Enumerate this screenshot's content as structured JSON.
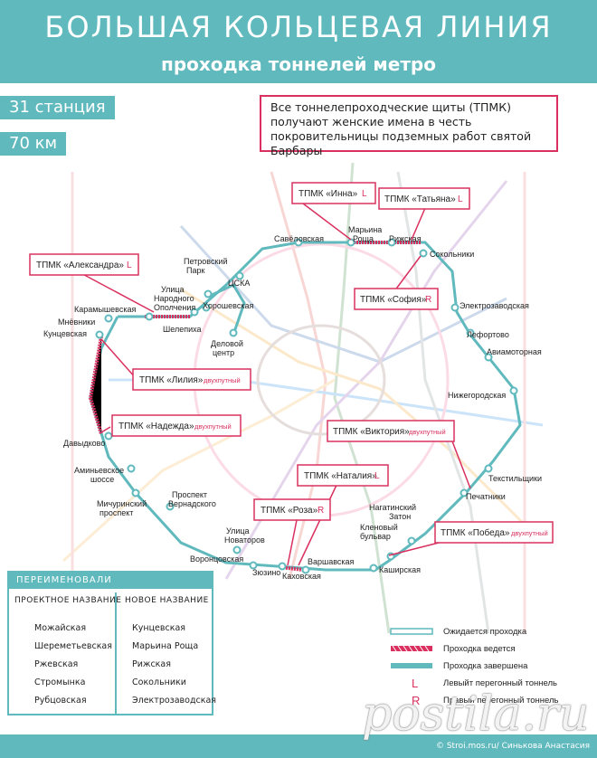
{
  "header": {
    "title": "БОЛЬШАЯ КОЛЬЦЕВАЯ ЛИНИЯ",
    "subtitle": "проходка тоннелей метро"
  },
  "badges": [
    "31 станция",
    "70 км"
  ],
  "note": "Все тоннелепроходческие щиты (ТПМК) получают женские имена в честь покровительницы подземных работ святой Барбары",
  "colors": {
    "accent": "#5fb9bd",
    "highlight": "#d9305f"
  },
  "stations": [
    {
      "label": "Савёловская"
    },
    {
      "label": "Марьина"
    },
    {
      "label": "Роща"
    },
    {
      "label": "Рижская"
    },
    {
      "label": "Сокольники"
    },
    {
      "label": "Электрозаводская"
    },
    {
      "label": "Лефортово"
    },
    {
      "label": "Авиамоторная"
    },
    {
      "label": "Нижегородская"
    },
    {
      "label": "Текстильщики"
    },
    {
      "label": "Печатники"
    },
    {
      "label": "Нагатинский"
    },
    {
      "label": "Затон"
    },
    {
      "label": "Кленовый"
    },
    {
      "label": "бульвар"
    },
    {
      "label": "Каширская"
    },
    {
      "label": "Варшавская"
    },
    {
      "label": "Каховская"
    },
    {
      "label": "Зюзино"
    },
    {
      "label": "Воронцовская"
    },
    {
      "label": "Улица"
    },
    {
      "label": "Новаторов"
    },
    {
      "label": "Проспект"
    },
    {
      "label": "Вернадского"
    },
    {
      "label": "Мичуринский"
    },
    {
      "label": "проспект"
    },
    {
      "label": "Аминьевское"
    },
    {
      "label": "шоссе"
    },
    {
      "label": "Давыдково"
    },
    {
      "label": "Кунцевская"
    },
    {
      "label": "Мнёвники"
    },
    {
      "label": "Карамышевская"
    },
    {
      "label": "Улица"
    },
    {
      "label": "Народного"
    },
    {
      "label": "Ополчения"
    },
    {
      "label": "Хорошевская"
    },
    {
      "label": "Шелепиха"
    },
    {
      "label": "Деловой"
    },
    {
      "label": "центр"
    },
    {
      "label": "ЦСКА"
    },
    {
      "label": "Петровский"
    },
    {
      "label": "Парк"
    }
  ],
  "shields": [
    {
      "name": "ТПМК «Инна»",
      "tag": "L"
    },
    {
      "name": "ТПМК «Татьяна»",
      "tag": "L"
    },
    {
      "name": "ТПМК «Александра»",
      "tag": "L"
    },
    {
      "name": "ТПМК «София»",
      "tag": "R"
    },
    {
      "name": "ТПМК «Лилия»",
      "tag": "двухпутный"
    },
    {
      "name": "ТПМК «Надежда»",
      "tag": "двухпутный"
    },
    {
      "name": "ТПМК «Виктория»",
      "tag": "двухпутный"
    },
    {
      "name": "ТПМК «Наталия»",
      "tag": "L"
    },
    {
      "name": "ТПМК «Роза»",
      "tag": "R"
    },
    {
      "name": "ТПМК «Победа»",
      "tag": "двухпутный"
    }
  ],
  "renamed": {
    "title": "ПЕРЕИМЕНОВАЛИ",
    "col_old": "ПРОЕКТНОЕ НАЗВАНИЕ",
    "col_new": "НОВОЕ НАЗВАНИЕ",
    "rows": [
      {
        "old": "Можайская",
        "new": "Кунцевская"
      },
      {
        "old": "Шереметьевская",
        "new": "Марьина Роща"
      },
      {
        "old": "Ржевская",
        "new": "Рижская"
      },
      {
        "old": "Стромынка",
        "new": "Сокольники"
      },
      {
        "old": "Рубцовская",
        "new": "Электрозаводская"
      }
    ]
  },
  "legend": [
    {
      "label": "Ожидается проходка",
      "icon": "open-line"
    },
    {
      "label": "Проходка ведется",
      "icon": "hatched-line"
    },
    {
      "label": "Проходка завершена",
      "icon": "solid-line"
    },
    {
      "label": "Левыйт перегонный тоннель",
      "symbol": "L"
    },
    {
      "label": "Правый перегонный тоннель",
      "symbol": "R"
    }
  ],
  "credit": "© Stroi.mos.ru/ Синькова Анастасия",
  "watermark": "postila.ru"
}
